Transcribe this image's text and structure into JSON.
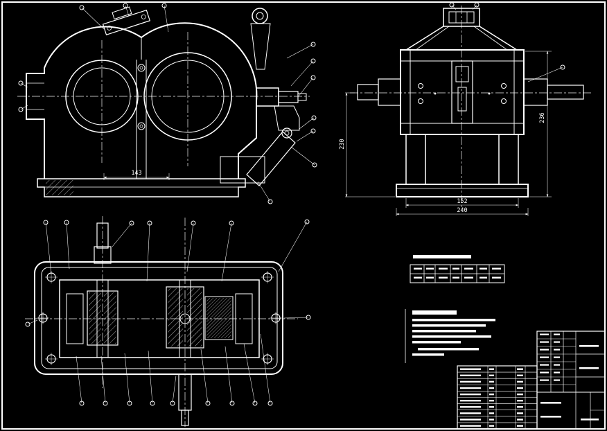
{
  "canvas": {
    "background": "#000000",
    "line_color": "#ffffff"
  },
  "dimensions": {
    "front_width": "143",
    "side_base_inner": "152",
    "side_base_outer": "240",
    "side_height_right": "236",
    "side_height_left": "230"
  }
}
